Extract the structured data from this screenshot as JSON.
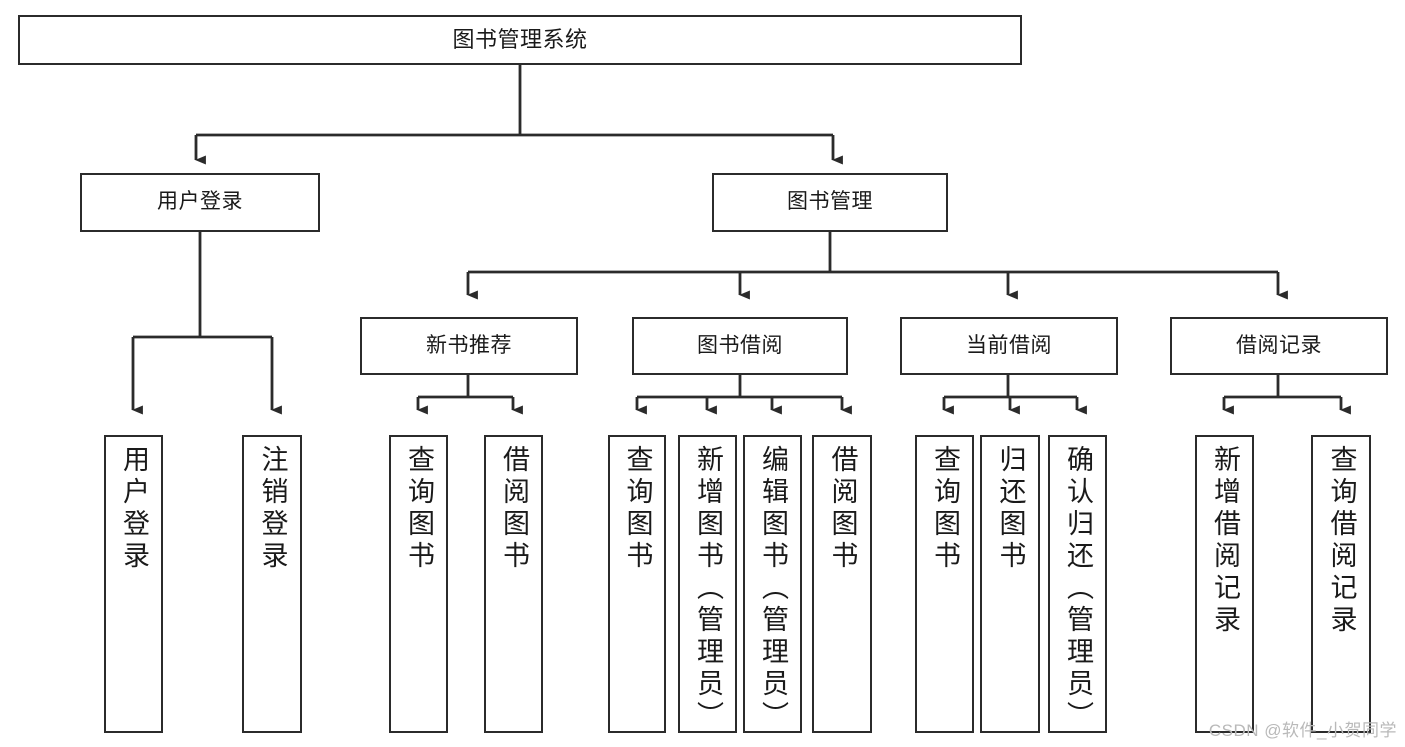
{
  "diagram": {
    "title": "图书管理系统",
    "type": "tree",
    "stroke_color": "#2b2b2b",
    "fill_color": "#ffffff",
    "text_color": "#1a1a1a"
  },
  "watermark": {
    "text": "CSDN @软件_小贺同学",
    "color": "#b9b9b9"
  },
  "nodes": {
    "root": {
      "label": "图书管理系统"
    },
    "level1": [
      {
        "label": "用户登录"
      },
      {
        "label": "图书管理"
      }
    ],
    "level2": [
      {
        "label": "新书推荐"
      },
      {
        "label": "图书借阅"
      },
      {
        "label": "当前借阅"
      },
      {
        "label": "借阅记录"
      }
    ],
    "leaves": {
      "user_login": [
        {
          "label": "用户登录"
        },
        {
          "label": "注销登录"
        }
      ],
      "new_book_recommend": [
        {
          "label": "查询图书"
        },
        {
          "label": "借阅图书"
        }
      ],
      "book_borrow": [
        {
          "label": "查询图书"
        },
        {
          "label": "新增图书（管理员）"
        },
        {
          "label": "编辑图书（管理员）"
        },
        {
          "label": "借阅图书"
        }
      ],
      "current_borrow": [
        {
          "label": "查询图书"
        },
        {
          "label": "归还图书"
        },
        {
          "label": "确认归还（管理员）"
        }
      ],
      "borrow_record": [
        {
          "label": "新增借阅记录"
        },
        {
          "label": "查询借阅记录"
        }
      ]
    }
  },
  "chart_data": {
    "type": "tree",
    "title": "图书管理系统",
    "tree": {
      "name": "图书管理系统",
      "children": [
        {
          "name": "用户登录",
          "children": [
            {
              "name": "用户登录"
            },
            {
              "name": "注销登录"
            }
          ]
        },
        {
          "name": "图书管理",
          "children": [
            {
              "name": "新书推荐",
              "children": [
                {
                  "name": "查询图书"
                },
                {
                  "name": "借阅图书"
                }
              ]
            },
            {
              "name": "图书借阅",
              "children": [
                {
                  "name": "查询图书"
                },
                {
                  "name": "新增图书（管理员）"
                },
                {
                  "name": "编辑图书（管理员）"
                },
                {
                  "name": "借阅图书"
                }
              ]
            },
            {
              "name": "当前借阅",
              "children": [
                {
                  "name": "查询图书"
                },
                {
                  "name": "归还图书"
                },
                {
                  "name": "确认归还（管理员）"
                }
              ]
            },
            {
              "name": "借阅记录",
              "children": [
                {
                  "name": "新增借阅记录"
                },
                {
                  "name": "查询借阅记录"
                }
              ]
            }
          ]
        }
      ]
    }
  }
}
